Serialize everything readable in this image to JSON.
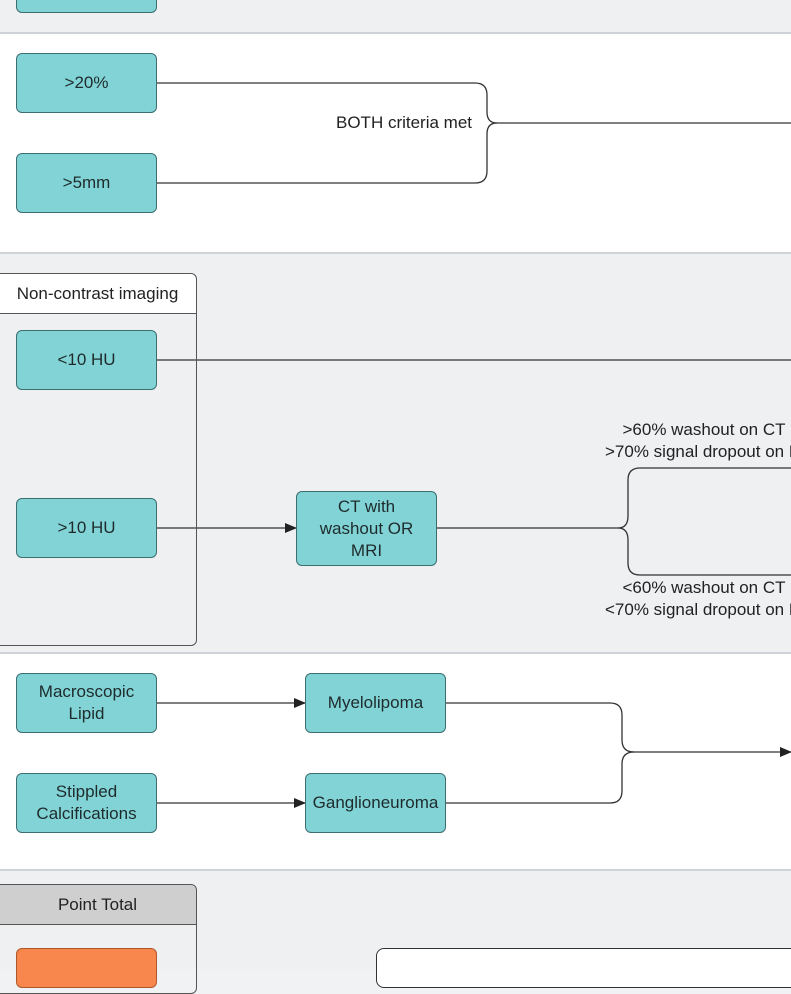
{
  "section_size": {
    "node_gt20": ">20%",
    "node_gt5mm": ">5mm",
    "connector_label": "BOTH criteria met"
  },
  "section_noncontrast": {
    "panel_title": "Non-contrast imaging",
    "node_lt10hu": "<10 HU",
    "node_gt10hu": ">10 HU",
    "node_ct_washout": "CT with\nwashout OR\nMRI",
    "label_high_washout": ">60% washout on CT\n>70% signal dropout on M",
    "label_low_washout": "<60% washout on CT\n<70% signal dropout on M"
  },
  "section_lipid": {
    "node_macroscopic_lipid": "Macroscopic\nLipid",
    "node_stippled_calc": "Stippled\nCalcifications",
    "node_myelolipoma": "Myelolipoma",
    "node_ganglioneuroma": "Ganglioneuroma"
  },
  "section_points": {
    "panel_title": "Point Total"
  },
  "colors": {
    "node_fill": "#82d3d6",
    "node_border": "#3c6e70",
    "point_fill": "#f7874c",
    "header_fill": "#cfcfcf"
  }
}
